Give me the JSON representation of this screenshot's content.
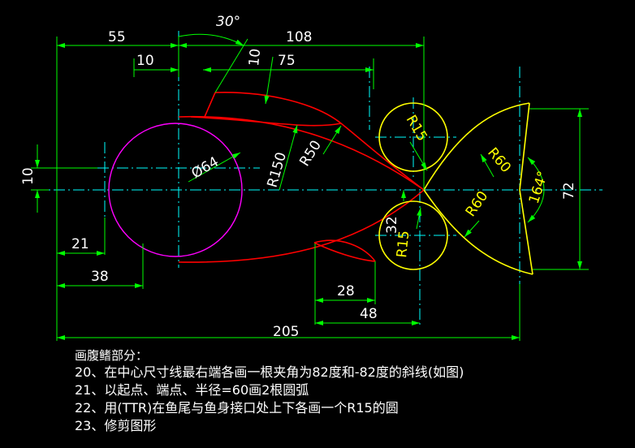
{
  "dimensions": {
    "d55": "55",
    "d108": "108",
    "d30": "30°",
    "d10_top": "10",
    "d10_slant": "10",
    "d75": "75",
    "d64": "Ø64",
    "r150": "R150",
    "r50": "R50",
    "r15_top": "R15",
    "r15_bottom": "R15",
    "d32": "32",
    "r60_top": "R60",
    "r60_bottom": "R60",
    "a164": "164°",
    "d72": "72",
    "d10_left": "10",
    "d21": "21",
    "d38": "38",
    "d28": "28",
    "d48": "48",
    "d205": "205"
  },
  "notes": {
    "title": "画腹鳍部分：",
    "steps": [
      "20、在中心尺寸线最右端各画一根夹角为82度和-82度的斜线(如图)",
      "21、以起点、端点、半径=60画2根圆弧",
      "22、用(TTR)在鱼尾与鱼身接口处上下各画一个R15的圆",
      "23、修剪图形"
    ]
  },
  "colors": {
    "background": "#000000",
    "dimension_lines": "#00ff00",
    "center_lines": "#00ffff",
    "body_outline": "#ff0000",
    "eye_circle": "#ff00ff",
    "tail": "#ffff00",
    "text": "#ffffff"
  }
}
